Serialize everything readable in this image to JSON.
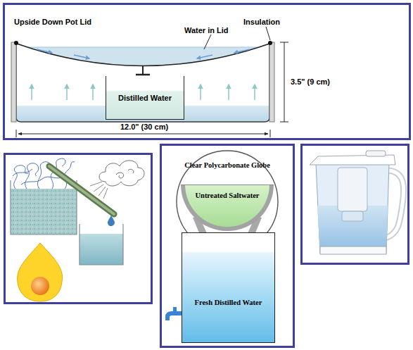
{
  "diagram": {
    "nodes": [
      {
        "text": [
          "Distilled Water"
        ]
      },
      {
        "text": [
          "Clear Polycarbonate Globe"
        ]
      },
      {
        "text": [
          "Untreated Saltwater"
        ],
        "in": 1
      },
      {
        "text": [
          "Fresh Distilled Water"
        ]
      }
    ],
    "labels": [
      "Upside Down Pot Lid",
      "Water in Lid",
      "Insulation",
      "3.5\" (9 cm)",
      "12.0\" (30 cm)"
    ]
  }
}
